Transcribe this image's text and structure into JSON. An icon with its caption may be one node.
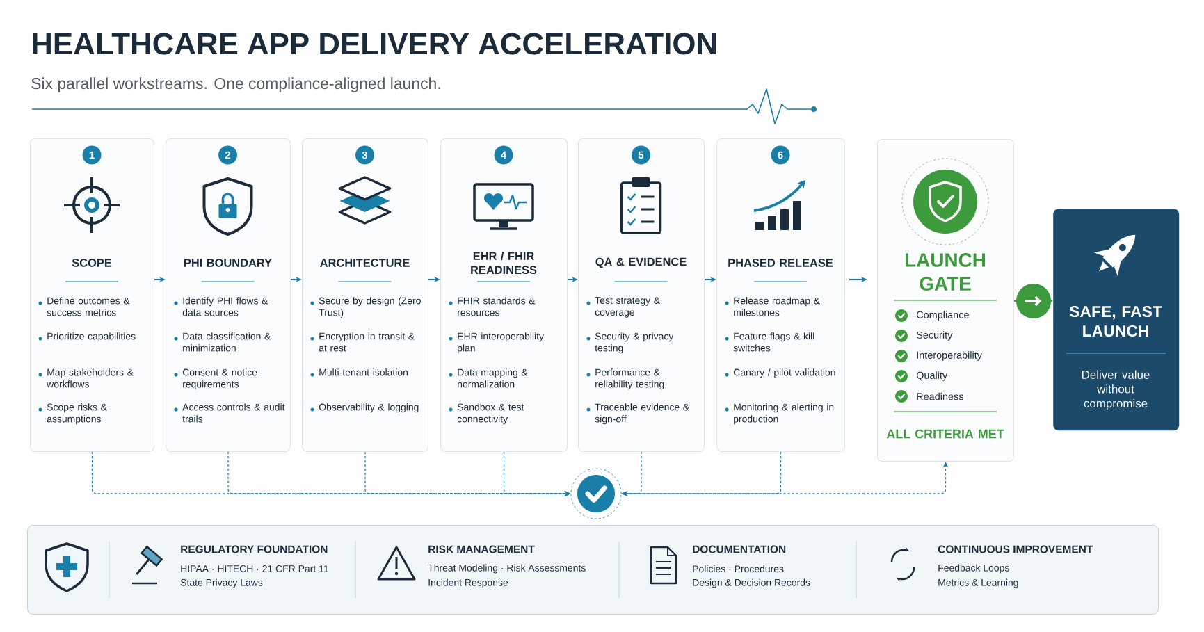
{
  "diagram": {
    "title": "HEALTHCARE APP DELIVERY ACCELERATION",
    "nodes": [
      {
        "text": [
          "1",
          "SCOPE",
          "Define outcomes & success metrics",
          "Prioritize capabilities",
          "Map stakeholders & workflows",
          "Scope risks & assumptions"
        ]
      },
      {
        "text": [
          "2",
          "PHI BOUNDARY",
          "Identify PHI flows & data sources",
          "Data classification & minimization",
          "Consent & notice requirements",
          "Access controls & audit trails"
        ]
      },
      {
        "text": [
          "3",
          "ARCHITECTURE",
          "Secure by design (Zero Trust)",
          "Encryption in transit & at rest",
          "Multi-tenant isolation",
          "Observability & logging"
        ]
      },
      {
        "text": [
          "4",
          "EHR / FHIR READINESS",
          "FHIR standards & resources",
          "EHR interoperability plan",
          "Data mapping & normalization",
          "Sandbox & test connectivity"
        ]
      },
      {
        "text": [
          "5",
          "QA & EVIDENCE",
          "Test strategy & coverage",
          "Security & privacy testing",
          "Performance & reliability testing",
          "Traceable evidence & sign-off"
        ]
      },
      {
        "text": [
          "6",
          "PHASED RELEASE",
          "Release roadmap & milestones",
          "Feature flags & kill switches",
          "Canary / pilot validation",
          "Monitoring & alerting in production"
        ]
      },
      {
        "text": [
          "LAUNCH GATE",
          "Compliance",
          "Security",
          "Interoperability",
          "Quality",
          "Readiness",
          "ALL CRITERIA MET"
        ]
      },
      {
        "text": [
          "SAFE, FAST LAUNCH",
          "Deliver value without compromise"
        ]
      },
      {
        "text": [],
        "shape": "circle"
      },
      {
        "text": [
          "REGULATORY FOUNDATION",
          "HIPAA · HITECH · 21 CFR Part 11",
          "State Privacy Laws",
          "RISK MANAGEMENT",
          "Threat Modeling · Risk Assessments",
          "Incident Response",
          "DOCUMENTATION",
          "Policies · Procedures",
          "Design & Decision Records",
          "CONTINUOUS IMPROVEMENT",
          "Feedback Loops",
          "Metrics & Learning"
        ]
      }
    ],
    "edges": [
      {
        "from": 0,
        "to": 1,
        "arrow": "to"
      },
      {
        "from": 1,
        "to": 2,
        "arrow": "to"
      },
      {
        "from": 2,
        "to": 3,
        "arrow": "to"
      },
      {
        "from": 3,
        "to": 4,
        "arrow": "to"
      },
      {
        "from": 4,
        "to": 5,
        "arrow": "to"
      },
      {
        "from": 5,
        "to": 6,
        "arrow": "to"
      },
      {
        "from": 6,
        "to": 7,
        "arrow": "to",
        "color": "#3d9a3d"
      },
      {
        "from": 0,
        "to": 8,
        "arrow": "to",
        "style": "dashed"
      },
      {
        "from": 1,
        "to": 8,
        "arrow": "to",
        "style": "dashed"
      },
      {
        "from": 2,
        "to": 8,
        "arrow": "to",
        "style": "dashed"
      },
      {
        "from": 3,
        "to": 8,
        "arrow": "to",
        "style": "dashed"
      },
      {
        "from": 4,
        "to": 8,
        "arrow": "to",
        "style": "dashed"
      },
      {
        "from": 5,
        "to": 8,
        "arrow": "to",
        "style": "dashed"
      },
      {
        "from": 8,
        "to": 6,
        "arrow": "to",
        "style": "dashed"
      }
    ],
    "labels": [
      "Six parallel workstreams. One compliance-aligned launch."
    ]
  }
}
